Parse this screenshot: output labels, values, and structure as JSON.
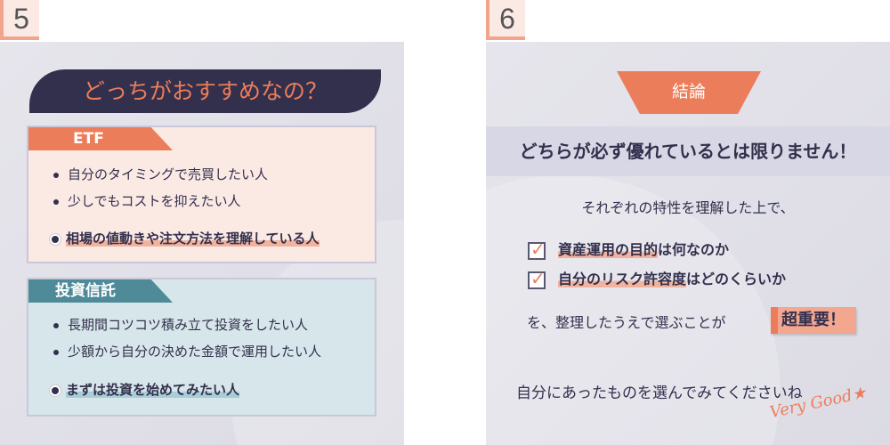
{
  "slide5": {
    "number": "5",
    "title": "どっちがおすすめなの？",
    "etf": {
      "label": "ETF",
      "items": [
        "自分のタイミングで売買したい人",
        "少しでもコストを抑えたい人"
      ],
      "highlight": "相場の値動きや注文方法を理解している人"
    },
    "fund": {
      "label": "投資信託",
      "items": [
        "長期間コツコツ積み立て投資をしたい人",
        "少額から自分の決めた金額で運用したい人"
      ],
      "highlight": "まずは投資を始めてみたい人"
    }
  },
  "slide6": {
    "number": "6",
    "badge": "結論",
    "headline": "どちらが必ず優れているとは限りません！",
    "intro": "それぞれの特性を理解した上で、",
    "checks": [
      {
        "hl": "資産運用の目的",
        "rest": "は何なのか"
      },
      {
        "hl": "自分のリスク許容度",
        "rest": "はどのくらいか"
      }
    ],
    "conclusion": "を、整理したうえで選ぶことが",
    "emphasis": "超重要！",
    "closing": "自分にあったものを選んでみてくださいね",
    "signature": "Very Good★"
  },
  "colors": {
    "accent": "#ec7d5a",
    "navy": "#33304d",
    "teal": "#4e8a98"
  }
}
